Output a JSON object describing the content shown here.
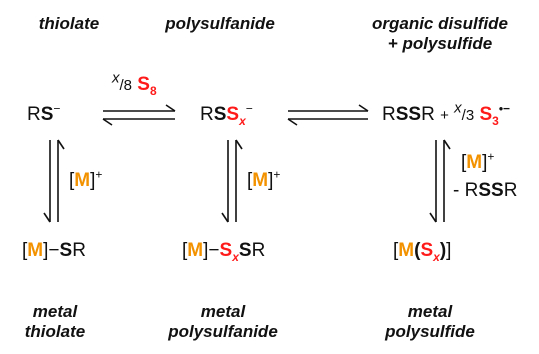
{
  "headers": {
    "thiolate": "thiolate",
    "polysulfanide": "polysulfanide",
    "disulfide_line1": "organic disulfide",
    "disulfide_line2": "+ polysulfide",
    "metal_thiolate_1": "metal",
    "metal_thiolate_2": "thiolate",
    "metal_polysulfanide_1": "metal",
    "metal_polysulfanide_2": "polysulfanide",
    "metal_polysulfide_1": "metal",
    "metal_polysulfide_2": "polysulfide"
  },
  "species": {
    "thiolate": {
      "R": "R",
      "S": "S",
      "charge": "−"
    },
    "polysulfanide": {
      "R": "R",
      "S": "S",
      "Sx": "S",
      "x": "x",
      "charge": "−"
    },
    "disulfide": {
      "R1": "R",
      "SS": "SS",
      "R2": "R",
      "plus": "+",
      "frac_num": "x",
      "frac_den": "/3",
      "S3": "S",
      "three": "3",
      "radical": "•−"
    },
    "metal_thiolate": {
      "open": "[",
      "M": "M",
      "close": "]",
      "bond": "−",
      "S": "S",
      "R": "R"
    },
    "metal_polysulfanide": {
      "open": "[",
      "M": "M",
      "close": "]",
      "bond": "−",
      "Sx": "S",
      "x": "x",
      "S": "S",
      "R": "R"
    },
    "metal_polysulfide": {
      "open": "[",
      "M": "M",
      "paren_open": "(",
      "S": "S",
      "x": "x",
      "paren_close": ")",
      "close": "]"
    }
  },
  "reagents": {
    "s8_frac_num": "x",
    "s8_frac_den": "/8",
    "s8_S": "S",
    "s8_8": "8",
    "metal_ion": {
      "open": "[",
      "M": "M",
      "close": "]",
      "charge": "+"
    },
    "minus_rssr": {
      "minus": "- R",
      "SS": "SS",
      "R": "R"
    }
  },
  "colors": {
    "metal": "#f39200",
    "sulfur_highlight": "#ff1a1a",
    "text": "#111111"
  }
}
